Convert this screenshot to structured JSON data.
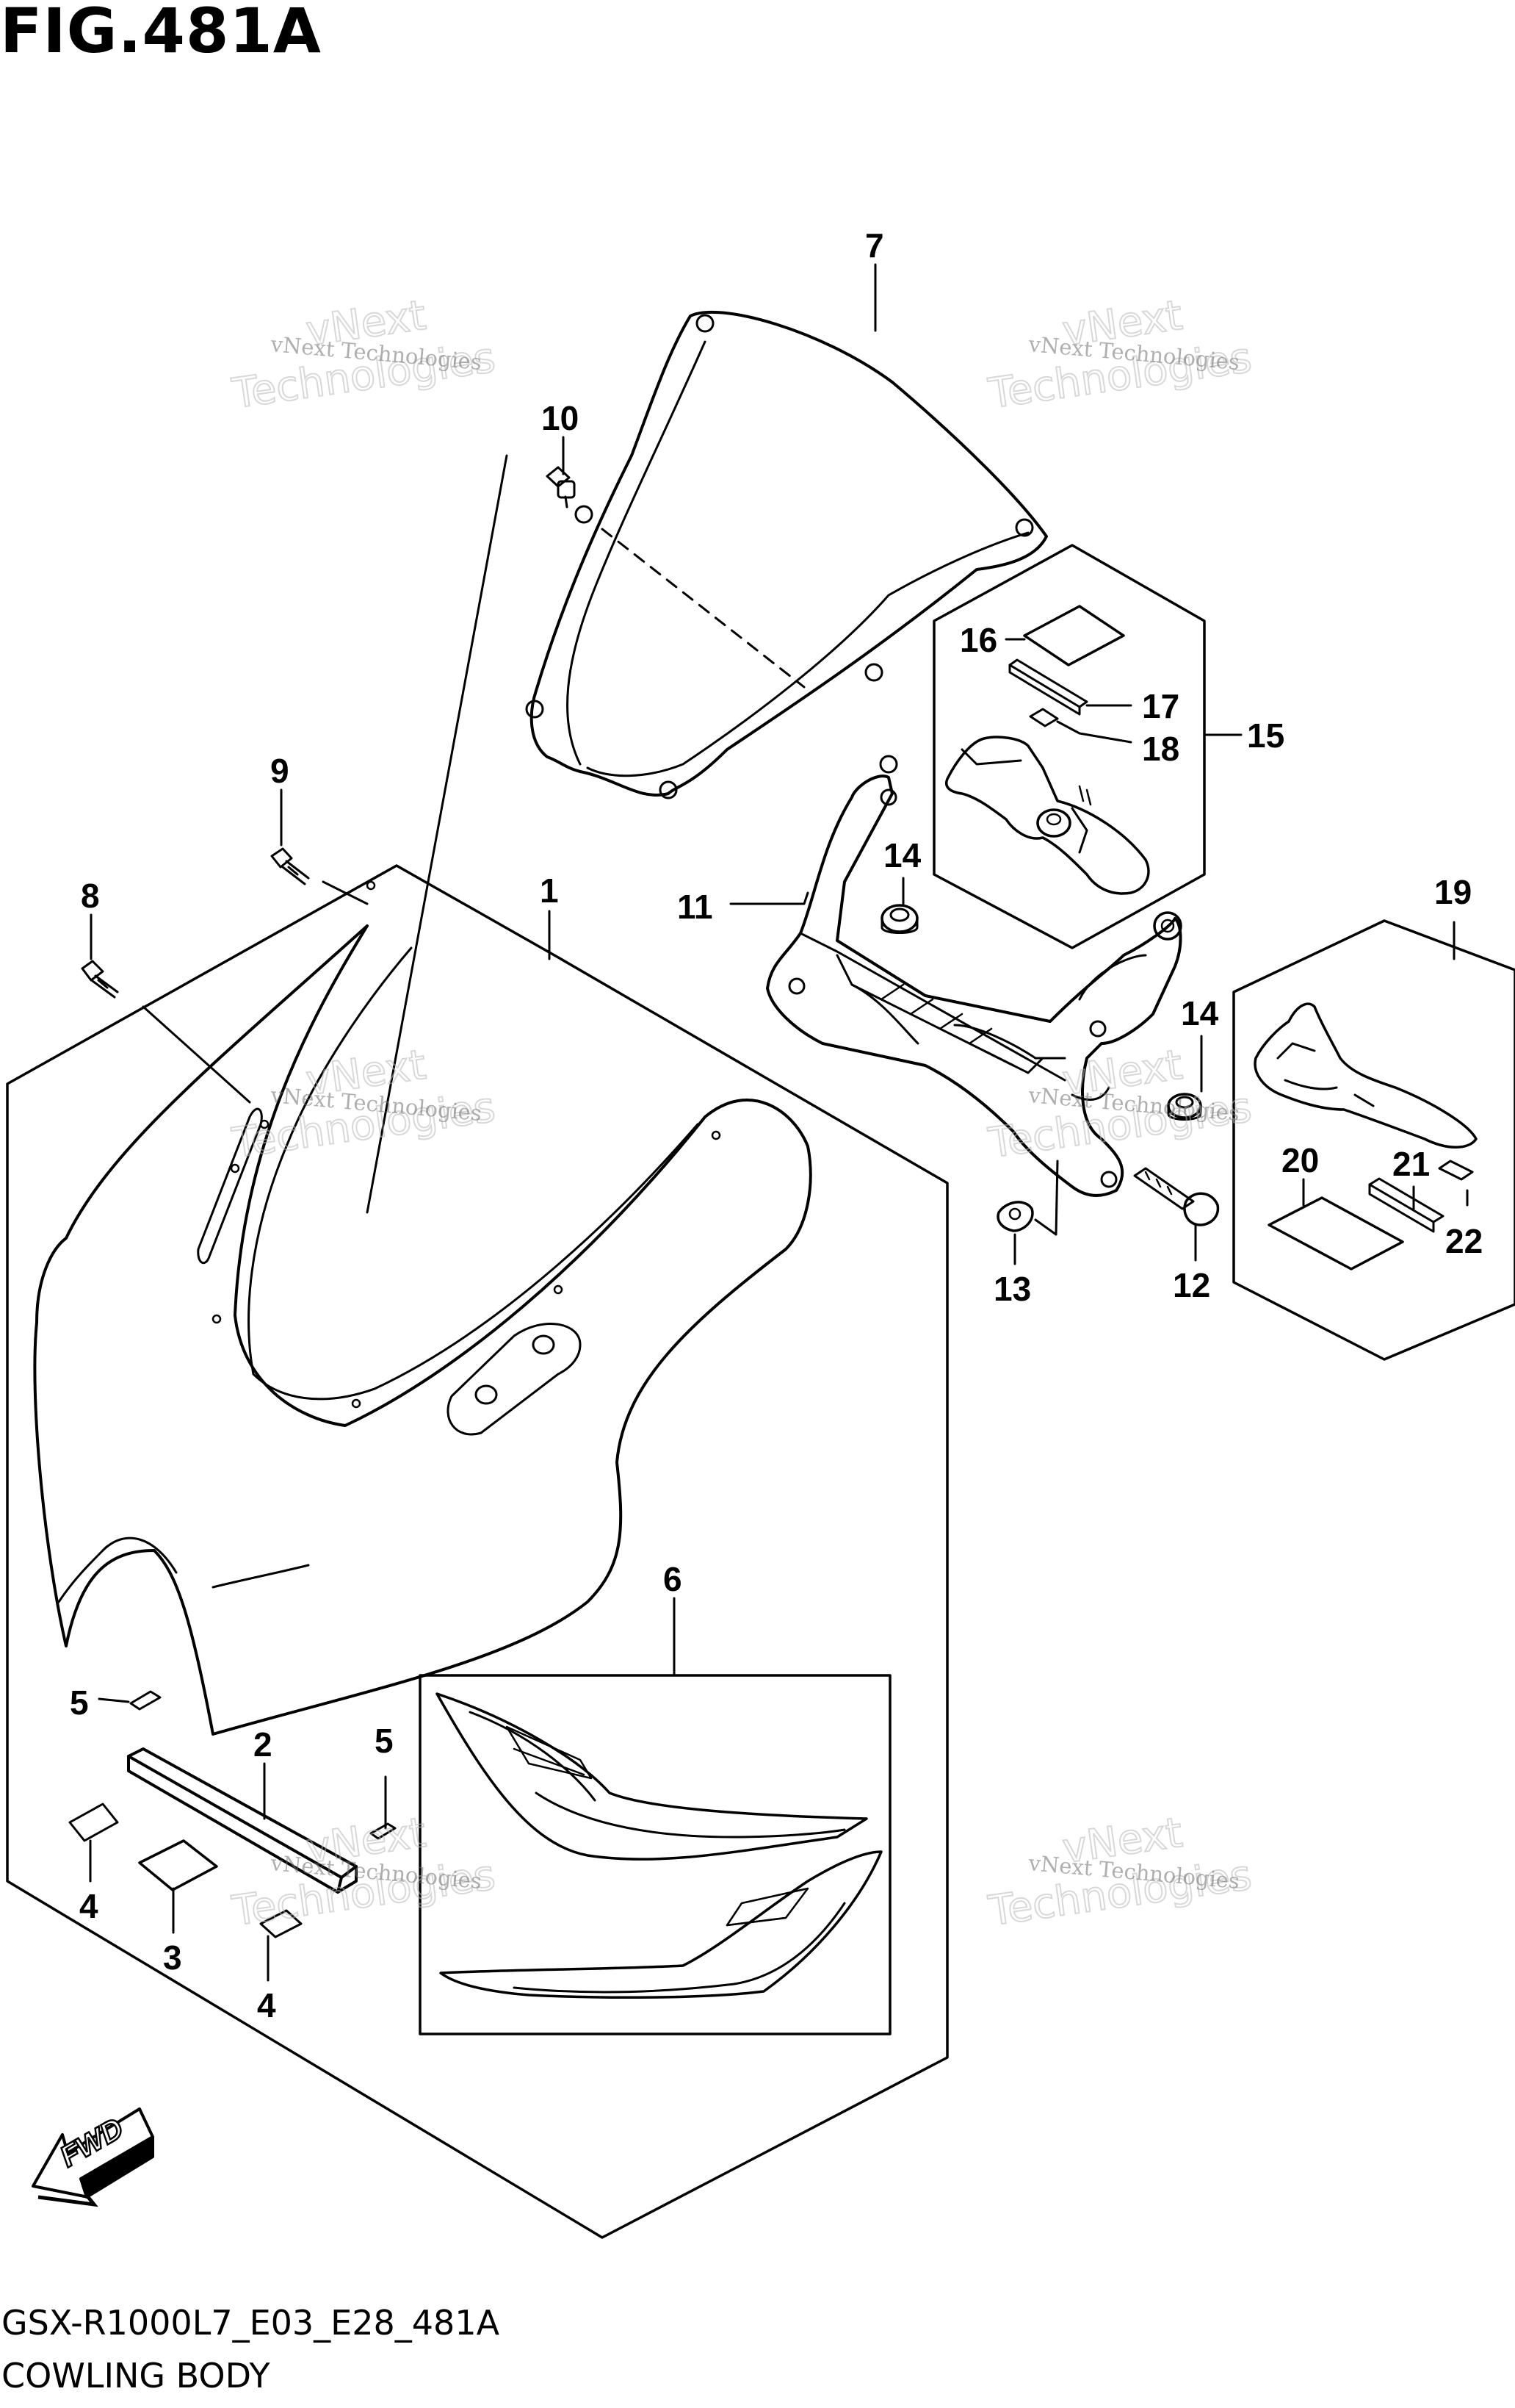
{
  "figure_title": "FIG.481A",
  "footer": {
    "model_code": "GSX-R1000L7_E03_E28_481A",
    "section_name": "COWLING BODY"
  },
  "fwd_label": "FWD",
  "watermark": {
    "small": "vNext Technologies",
    "large_top": "vNext",
    "large_bottom": "Technologies"
  },
  "callouts": [
    {
      "id": "1",
      "label": "1"
    },
    {
      "id": "2",
      "label": "2"
    },
    {
      "id": "3",
      "label": "3"
    },
    {
      "id": "4a",
      "label": "4"
    },
    {
      "id": "4b",
      "label": "4"
    },
    {
      "id": "5a",
      "label": "5"
    },
    {
      "id": "5b",
      "label": "5"
    },
    {
      "id": "6",
      "label": "6"
    },
    {
      "id": "7",
      "label": "7"
    },
    {
      "id": "8",
      "label": "8"
    },
    {
      "id": "9",
      "label": "9"
    },
    {
      "id": "10",
      "label": "10"
    },
    {
      "id": "11",
      "label": "11"
    },
    {
      "id": "12",
      "label": "12"
    },
    {
      "id": "13",
      "label": "13"
    },
    {
      "id": "14a",
      "label": "14"
    },
    {
      "id": "14b",
      "label": "14"
    },
    {
      "id": "15",
      "label": "15"
    },
    {
      "id": "16",
      "label": "16"
    },
    {
      "id": "17",
      "label": "17"
    },
    {
      "id": "18",
      "label": "18"
    },
    {
      "id": "19",
      "label": "19"
    },
    {
      "id": "20",
      "label": "20"
    },
    {
      "id": "21",
      "label": "21"
    },
    {
      "id": "22",
      "label": "22"
    }
  ]
}
